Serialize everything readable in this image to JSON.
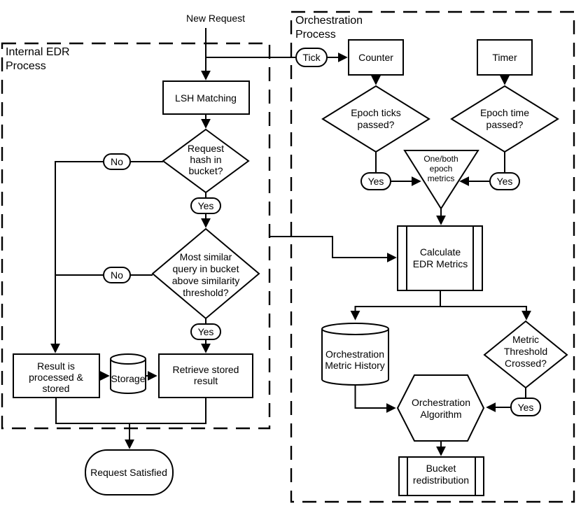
{
  "groups": {
    "internal_edr": {
      "title": [
        "Internal EDR",
        "Process"
      ]
    },
    "orchestration": {
      "title": [
        "Orchestration",
        "Process"
      ]
    }
  },
  "labels": {
    "new_request": "New Request"
  },
  "nodes": {
    "tick": {
      "label": "Tick"
    },
    "counter": {
      "label": "Counter"
    },
    "timer": {
      "label": "Timer"
    },
    "epoch_ticks": {
      "lines": [
        "Epoch ticks",
        "passed?"
      ]
    },
    "epoch_time": {
      "lines": [
        "Epoch time",
        "passed?"
      ]
    },
    "one_both_epoch_metrics": {
      "lines": [
        "One/both",
        "epoch",
        "metrics"
      ]
    },
    "calculate_edr_metrics": {
      "lines": [
        "Calculate",
        "EDR Metrics"
      ]
    },
    "orchestration_metric_history": {
      "lines": [
        "Orchestration",
        "Metric History"
      ]
    },
    "metric_threshold_crossed": {
      "lines": [
        "Metric",
        "Threshold",
        "Crossed?"
      ]
    },
    "orchestration_algorithm": {
      "lines": [
        "Orchestration",
        "Algorithm"
      ]
    },
    "bucket_redistribution": {
      "lines": [
        "Bucket",
        "redistribution"
      ]
    },
    "lsh_matching": {
      "label": "LSH Matching"
    },
    "request_hash_in_bucket": {
      "lines": [
        "Request",
        "hash in",
        "bucket?"
      ]
    },
    "most_similar_query": {
      "lines": [
        "Most similar",
        "query in bucket",
        "above similarity",
        "threshold?"
      ]
    },
    "result_processed_stored": {
      "lines": [
        "Result is",
        "processed &",
        "stored"
      ]
    },
    "storage": {
      "label": "Storage"
    },
    "retrieve_stored_result": {
      "lines": [
        "Retrieve stored",
        "result"
      ]
    },
    "request_satisfied": {
      "label": "Request Satisfied"
    }
  },
  "edge_labels": {
    "request_hash_no": "No",
    "request_hash_yes": "Yes",
    "most_similar_no": "No",
    "most_similar_yes": "Yes",
    "epoch_ticks_yes": "Yes",
    "epoch_time_yes": "Yes",
    "metric_threshold_yes": "Yes"
  },
  "colors": {
    "stroke": "#000000",
    "fill": "#ffffff",
    "text": "#000000",
    "background": "#ffffff"
  }
}
